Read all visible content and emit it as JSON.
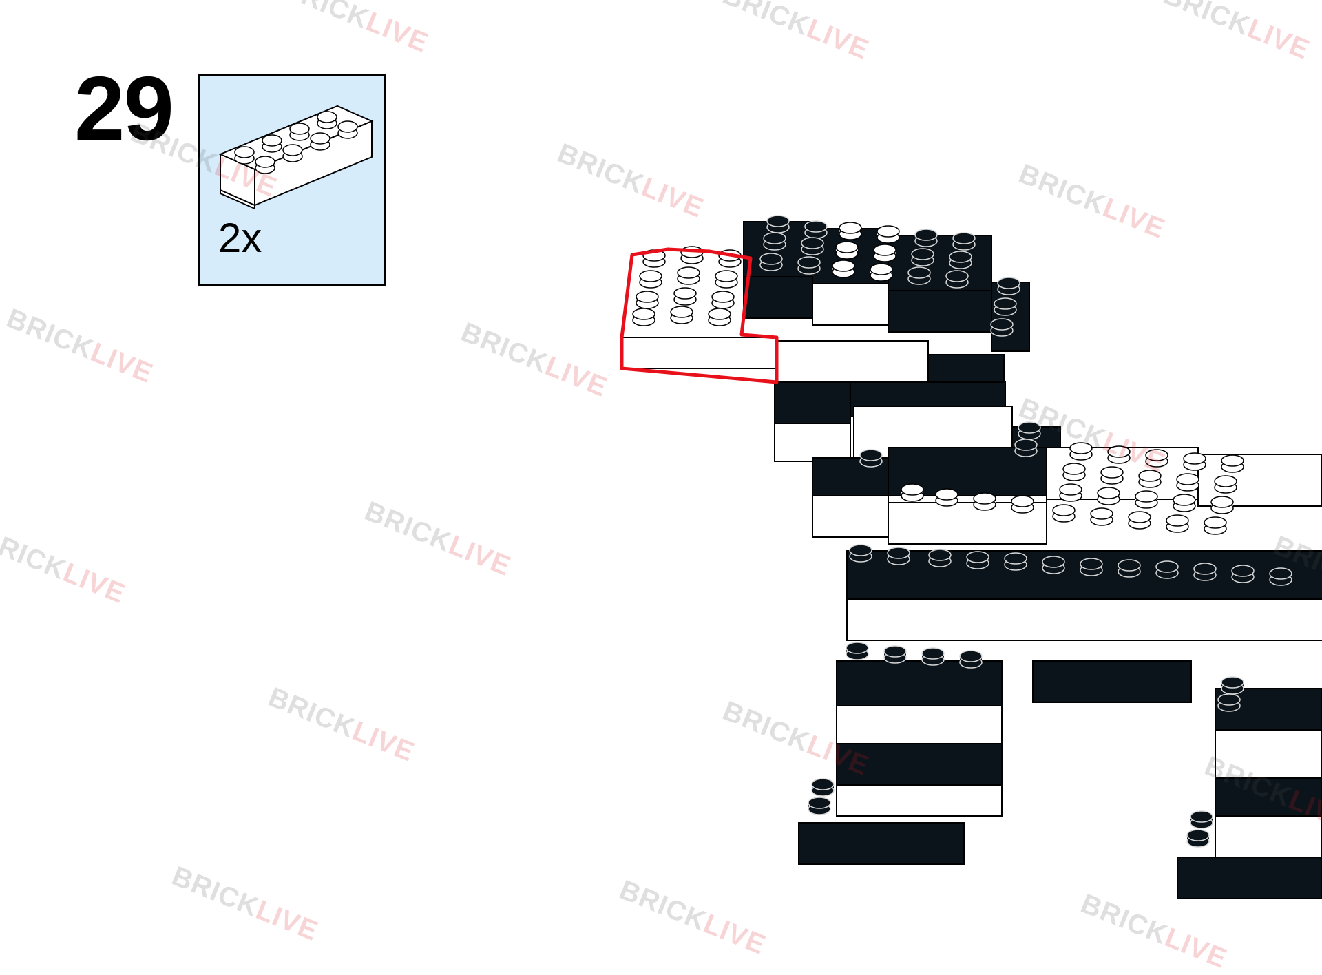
{
  "step": {
    "number": "29"
  },
  "parts": [
    {
      "quantity": "2x",
      "brick": "2x4",
      "color": "#ffffff"
    }
  ],
  "watermark": {
    "part1": "BRICK",
    "part2": "LIVE",
    "color_part1": "#555555",
    "color_part2": "#d81e28"
  },
  "colors": {
    "callout_background": "#d6ecfb",
    "highlight": "#e8101a",
    "brick_dark": "#0b141a",
    "brick_light": "#ffffff"
  }
}
